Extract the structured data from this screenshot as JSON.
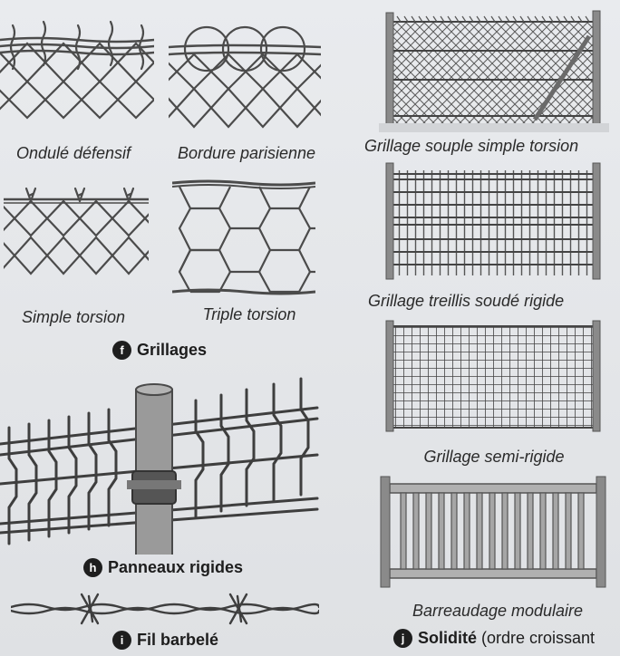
{
  "colors": {
    "wire": "#4b4b4b",
    "post": "#8a8a8a",
    "fenceFill": "#cfd1d4",
    "badge": "#1e1e1e"
  },
  "captions": {
    "ondule": "Ondulé défensif",
    "bordure": "Bordure parisienne",
    "simple": "Simple torsion",
    "triple": "Triple torsion",
    "souple": "Grillage souple simple torsion",
    "treillis": "Grillage trei­llis soudé rigide",
    "semi": "Grillage semi-rigide",
    "barreaudage": "Barreaudage modulaire"
  },
  "sections": {
    "grillages": {
      "letter": "f",
      "label": "Grillages"
    },
    "panneaux": {
      "letter": "h",
      "label": "Panneaux rigides"
    },
    "barbele": {
      "letter": "i",
      "label": "Fil barbelé"
    },
    "solidite": {
      "letter": "j",
      "label": "Solidité",
      "note": "(ordre croissant"
    }
  }
}
